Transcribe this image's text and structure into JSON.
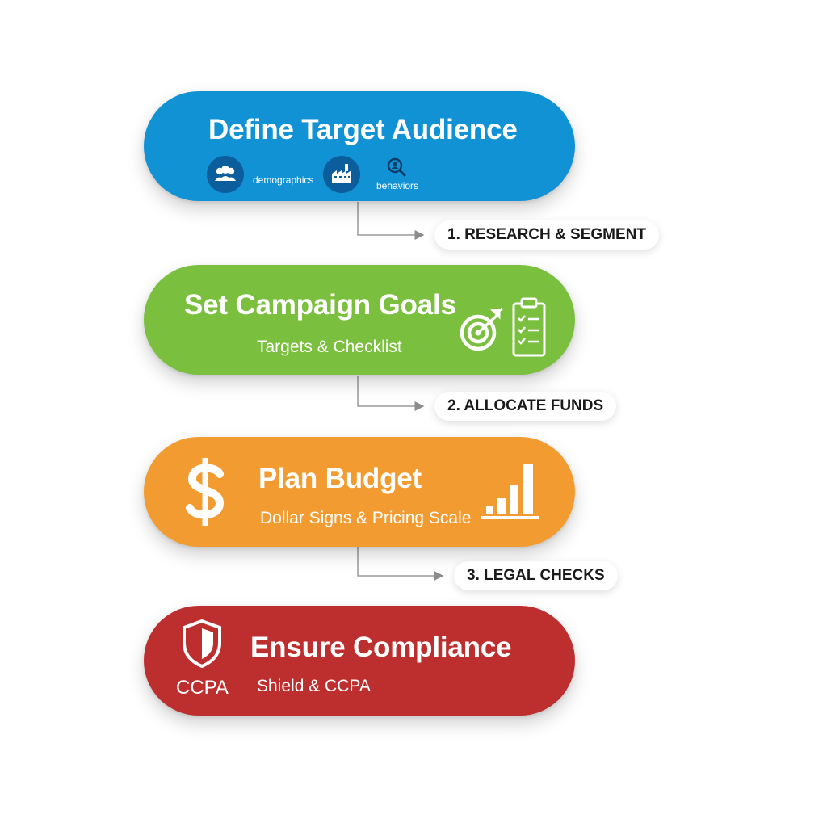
{
  "steps": [
    {
      "title": "Define Target Audience",
      "icon_labels": {
        "demographics": "demographics",
        "behaviors": "behaviors"
      },
      "icons": [
        "people-icon",
        "factory-icon",
        "search-person-icon"
      ],
      "color": "#1192d4"
    },
    {
      "title": "Set Campaign Goals",
      "subtitle": "Targets & Checklist",
      "icons": [
        "target-icon",
        "checklist-icon"
      ],
      "color": "#7bbf3e"
    },
    {
      "title": "Plan Budget",
      "subtitle": "Dollar Signs & Pricing Scale",
      "icons": [
        "dollar-icon",
        "bar-chart-icon"
      ],
      "color": "#f29b30"
    },
    {
      "title": "Ensure Compliance",
      "subtitle": "Shield & CCPA",
      "badge": "CCPA",
      "icons": [
        "shield-icon"
      ],
      "color": "#bd2e2e"
    }
  ],
  "transitions": [
    "1. RESEARCH & SEGMENT",
    "2. ALLOCATE FUNDS",
    "3. LEGAL CHECKS"
  ]
}
